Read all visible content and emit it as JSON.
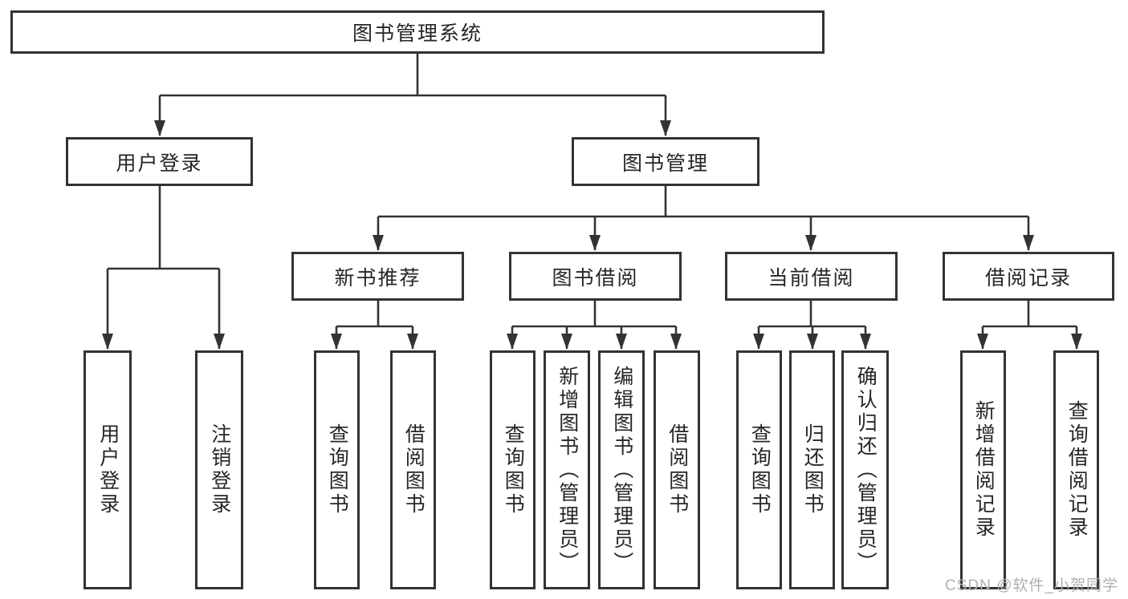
{
  "nodes": {
    "root": {
      "label": "图书管理系统"
    },
    "login": {
      "label": "用户登录",
      "children": [
        "用户登录",
        "注销登录"
      ]
    },
    "mgmt": {
      "label": "图书管理",
      "sections": {
        "recommend": {
          "label": "新书推荐",
          "children": [
            "查询图书",
            "借阅图书"
          ]
        },
        "borrow": {
          "label": "图书借阅",
          "children": [
            "查询图书",
            "新增图书（管理员）",
            "编辑图书（管理员）",
            "借阅图书"
          ]
        },
        "current": {
          "label": "当前借阅",
          "children": [
            "查询图书",
            "归还图书",
            "确认归还（管理员）"
          ]
        },
        "records": {
          "label": "借阅记录",
          "children": [
            "新增借阅记录",
            "查询借阅记录"
          ]
        }
      }
    }
  },
  "watermark": {
    "text": "CSDN @软件_小贺同学"
  },
  "colors": {
    "line": "#333333",
    "text": "#262626",
    "watermark": "#b0b0b0",
    "bg": "#ffffff"
  }
}
